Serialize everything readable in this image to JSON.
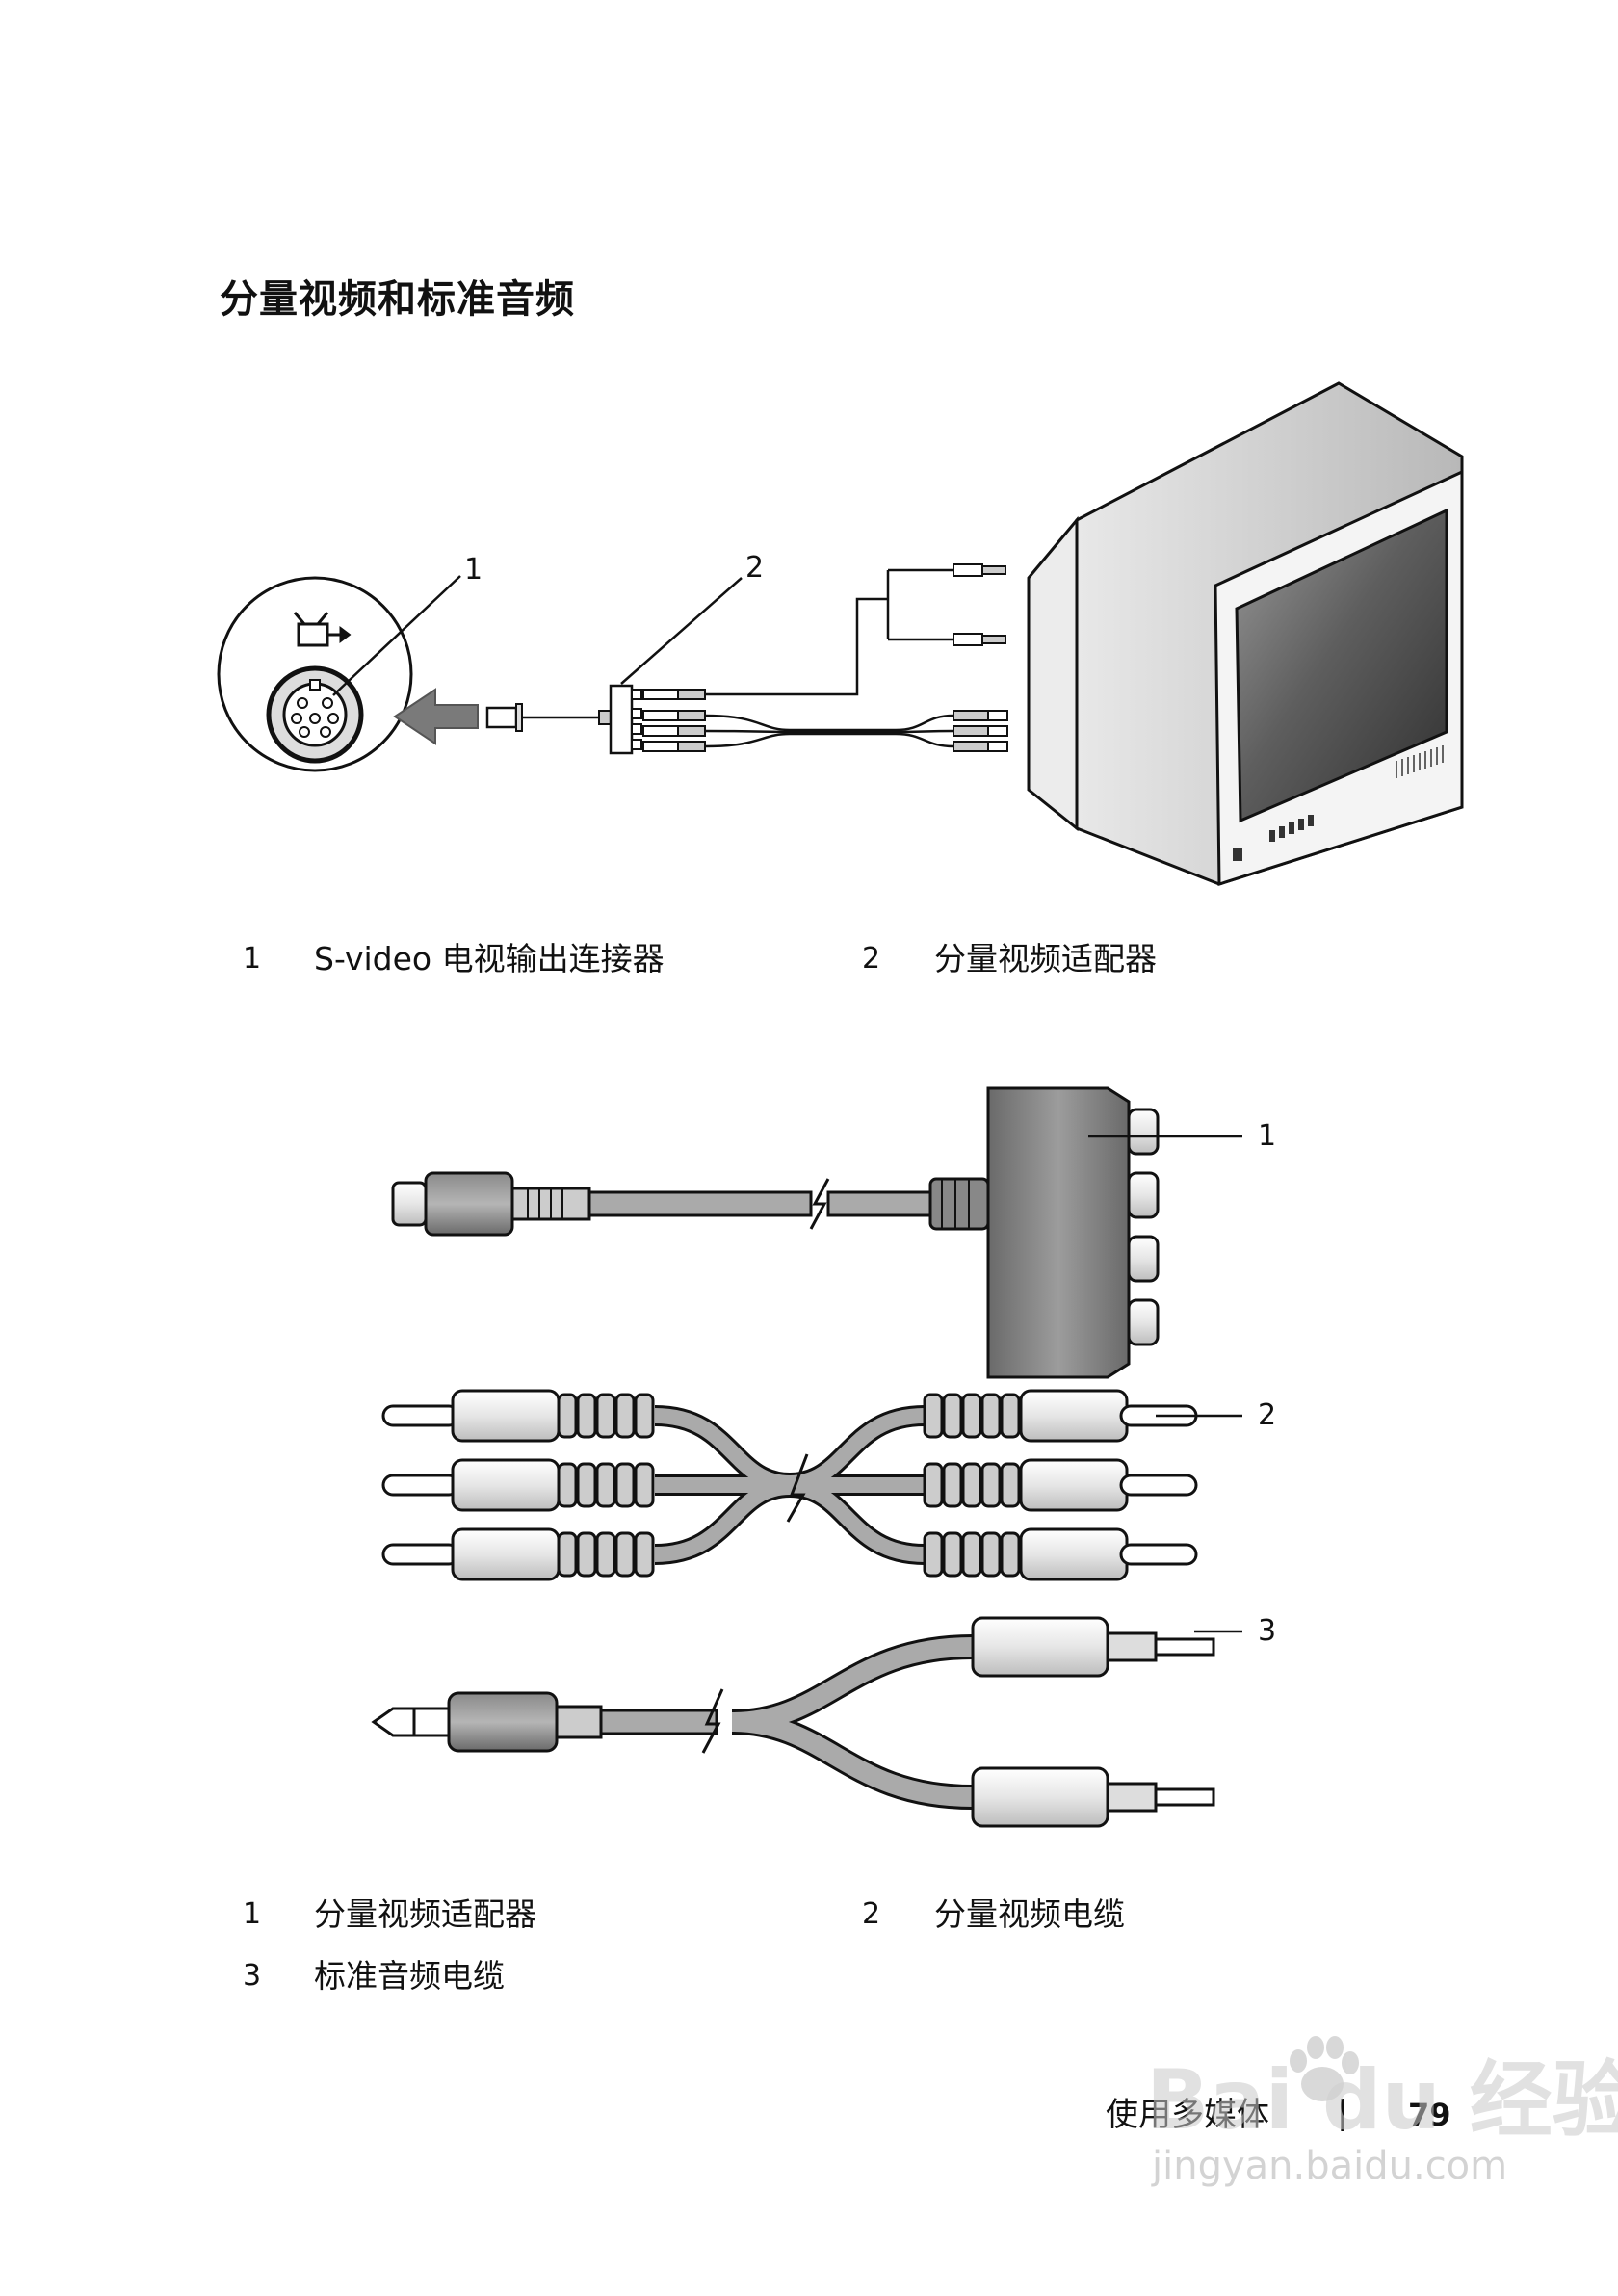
{
  "heading": "分量视频和标准音频",
  "figure1": {
    "callouts": [
      "1",
      "2"
    ],
    "legend": [
      {
        "num": "1",
        "text": "S-video 电视输出连接器"
      },
      {
        "num": "2",
        "text": "分量视频适配器"
      }
    ]
  },
  "figure2": {
    "callouts": [
      "1",
      "2",
      "3"
    ],
    "legend": [
      {
        "num": "1",
        "text": "分量视频适配器"
      },
      {
        "num": "2",
        "text": "分量视频电缆"
      },
      {
        "num": "3",
        "text": "标准音频电缆"
      }
    ]
  },
  "footer": {
    "section": "使用多媒体",
    "separator": "|",
    "page": "79"
  },
  "watermark": {
    "brand": "Bai du 经验",
    "url": "jingyan.baidu.com"
  }
}
